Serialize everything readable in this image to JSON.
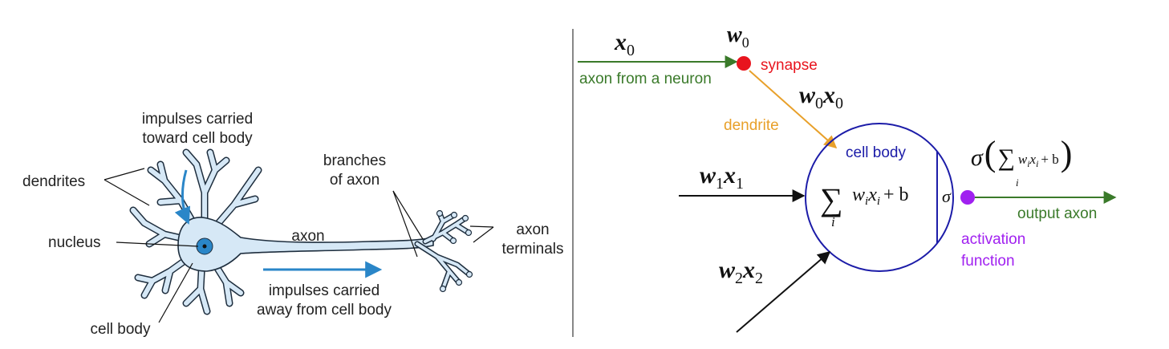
{
  "biological": {
    "labels": {
      "impulses_toward_1": "impulses carried",
      "impulses_toward_2": "toward cell body",
      "dendrites": "dendrites",
      "branches_1": "branches",
      "branches_2": "of axon",
      "nucleus": "nucleus",
      "axon": "axon",
      "axon_terminals_1": "axon",
      "axon_terminals_2": "terminals",
      "impulses_away_1": "impulses carried",
      "impulses_away_2": "away from cell body",
      "cell_body": "cell body"
    },
    "colors": {
      "arrow": "#2a86c8",
      "neuron_fill": "#d6e8f6",
      "neuron_outline": "#1e2e3e",
      "nucleus": "#2a86c8"
    }
  },
  "model": {
    "labels": {
      "x0_var": "x",
      "x0_sub": "0",
      "w0_var": "w",
      "w0_sub": "0",
      "synapse": "synapse",
      "axon_from_neuron": "axon from a neuron",
      "w0x0_w": "w",
      "w0x0_wsub": "0",
      "w0x0_x": "x",
      "w0x0_xsub": "0",
      "dendrite": "dendrite",
      "cell_body": "cell body",
      "w1x1_w": "w",
      "w1x1_wsub": "1",
      "w1x1_x": "x",
      "w1x1_xsub": "1",
      "w2x2_w": "w",
      "w2x2_wsub": "2",
      "w2x2_x": "x",
      "w2x2_xsub": "2",
      "sum_symbol": "∑",
      "sum_index": "i",
      "sum_w": "w",
      "sum_x": "x",
      "sum_plus_b": "+ b",
      "sigma": "σ",
      "out_sigma": "σ",
      "output_axon": "output axon",
      "activation_1": "activation",
      "activation_2": "function"
    },
    "colors": {
      "green": "#3a7a2a",
      "red": "#e8141e",
      "orange": "#e8a02a",
      "blue": "#1c1ca8",
      "purple": "#a020f0",
      "black": "#111111"
    }
  }
}
